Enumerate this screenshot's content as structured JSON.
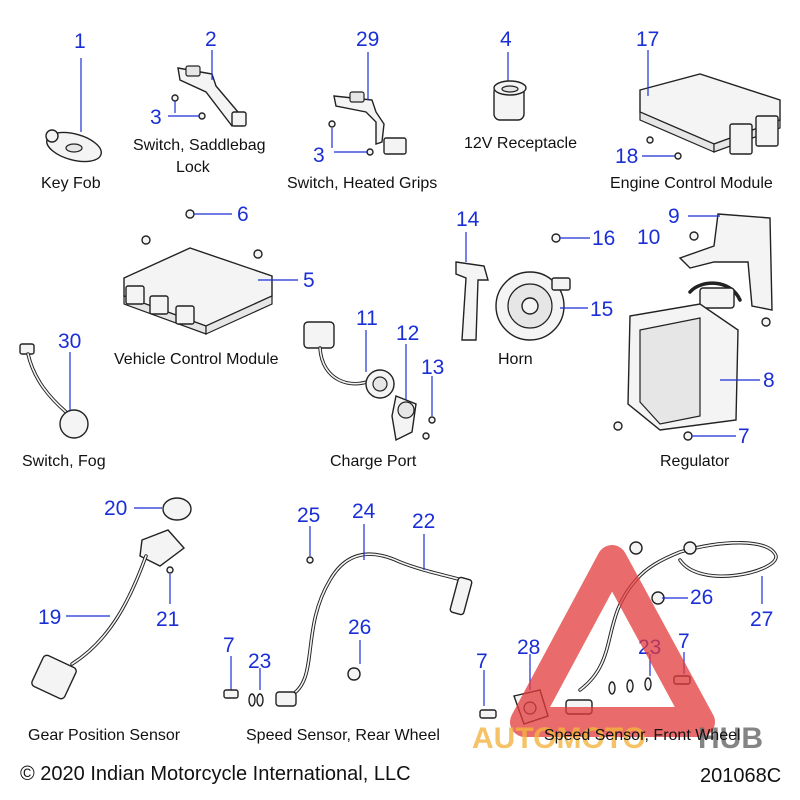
{
  "parts": {
    "key_fob": {
      "num": "1",
      "label": "Key Fob"
    },
    "switch_saddlebag": {
      "num": "2",
      "label_line1": "Switch, Saddlebag",
      "label_line2": "Lock"
    },
    "screw_a": {
      "num": "3"
    },
    "screw_b": {
      "num": "3"
    },
    "switch_heated_grips": {
      "num": "29",
      "label": "Switch, Heated Grips"
    },
    "receptacle": {
      "num": "4",
      "label": "12V Receptacle"
    },
    "ecm": {
      "num": "17",
      "label": "Engine Control Module"
    },
    "ecm_screw": {
      "num": "18"
    },
    "vcm_screw": {
      "num": "6"
    },
    "vcm": {
      "num": "5",
      "label": "Vehicle Control Module"
    },
    "horn_bracket": {
      "num": "14"
    },
    "horn_bolt": {
      "num": "16"
    },
    "horn": {
      "num": "15",
      "label": "Horn"
    },
    "reg_bracket": {
      "num": "9"
    },
    "reg_nut": {
      "num": "10"
    },
    "regulator": {
      "num": "8",
      "label": "Regulator"
    },
    "reg_screw": {
      "num": "7"
    },
    "fog_switch": {
      "num": "30",
      "label": "Switch, Fog"
    },
    "charge_harness": {
      "num": "11"
    },
    "charge_port": {
      "num": "12"
    },
    "charge_screw": {
      "num": "13"
    },
    "charge_label": "Charge Port",
    "gear_oring": {
      "num": "20"
    },
    "gear_sensor": {
      "num": "19",
      "label": "Gear Position Sensor"
    },
    "gear_screw": {
      "num": "21"
    },
    "rear_screw": {
      "num": "25"
    },
    "rear_harness": {
      "num": "24"
    },
    "rear_sensor": {
      "num": "22"
    },
    "rear_clip": {
      "num": "26"
    },
    "rear_bolt": {
      "num": "7"
    },
    "rear_washers": {
      "num": "23"
    },
    "rear_label": "Speed Sensor, Rear Wheel",
    "front_clip": {
      "num": "26"
    },
    "front_harness": {
      "num": "27"
    },
    "front_washers": {
      "num": "23"
    },
    "front_bolt_r": {
      "num": "7"
    },
    "front_bolt_l": {
      "num": "7"
    },
    "front_sensor": {
      "num": "28"
    },
    "front_label": "Speed Sensor, Front Wheel"
  },
  "footer": {
    "copyright": "© 2020 Indian Motorcycle International, LLC",
    "drawing_id": "201068C"
  },
  "watermark": {
    "text_a": "AUTOMOTO",
    "text_b": "HUB"
  },
  "colors": {
    "callout": "#1a2fd6",
    "watermark_red": "#e33a3a",
    "watermark_orange": "#f3b43f"
  }
}
